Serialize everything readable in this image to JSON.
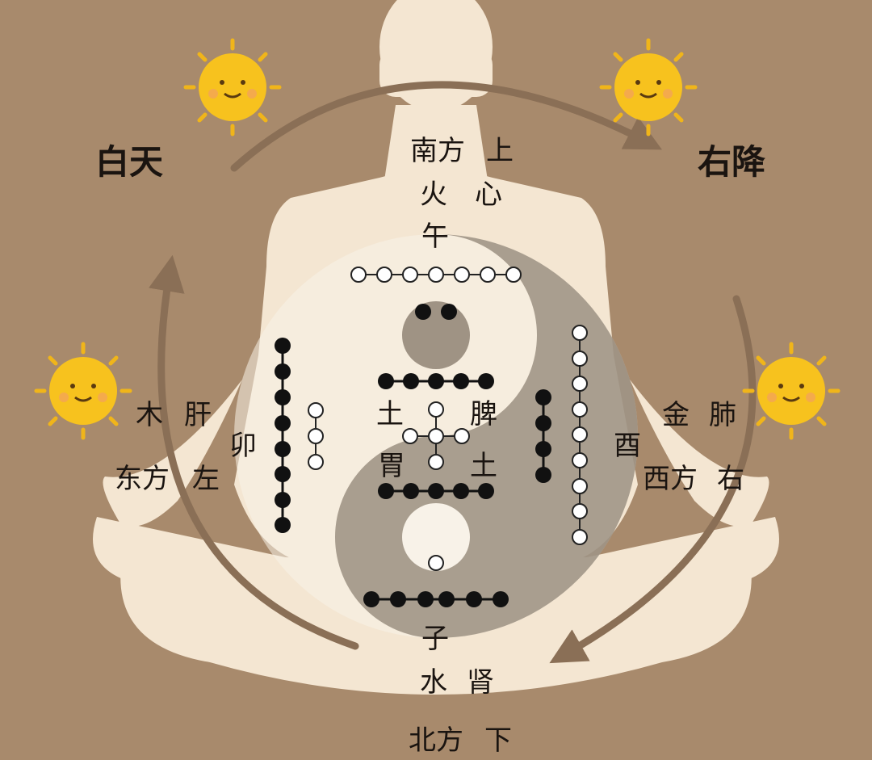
{
  "labels": {
    "top_left_title": "白天",
    "top_right_title": "右降",
    "south": "南方",
    "up": "上",
    "fire": "火",
    "heart": "心",
    "wu": "午",
    "wood": "木",
    "liver": "肝",
    "mao": "卯",
    "east": "东方",
    "left": "左",
    "metal": "金",
    "lung": "肺",
    "you": "酉",
    "west": "西方",
    "right": "右",
    "earth_left": "土",
    "spleen": "脾",
    "stomach": "胃",
    "earth_right": "土",
    "zi": "子",
    "water": "水",
    "kidney": "肾",
    "north": "北方",
    "down": "下"
  },
  "colors": {
    "background": "#a88a6c",
    "figure": "#f4e6d2",
    "taiji_dark": "#8f8374",
    "taiji_light": "#f8f2e8",
    "arrow": "#8a6f56",
    "sun": "#f7c21e",
    "sun_rays": "#f0b51a",
    "yin_dot": "#111111",
    "yang_dot": "#ffffff"
  },
  "icons": [
    "sun-icon",
    "sun-icon",
    "sun-icon",
    "sun-icon",
    "clockwise-arrow-icon",
    "taiji-icon",
    "meditating-figure-icon"
  ]
}
